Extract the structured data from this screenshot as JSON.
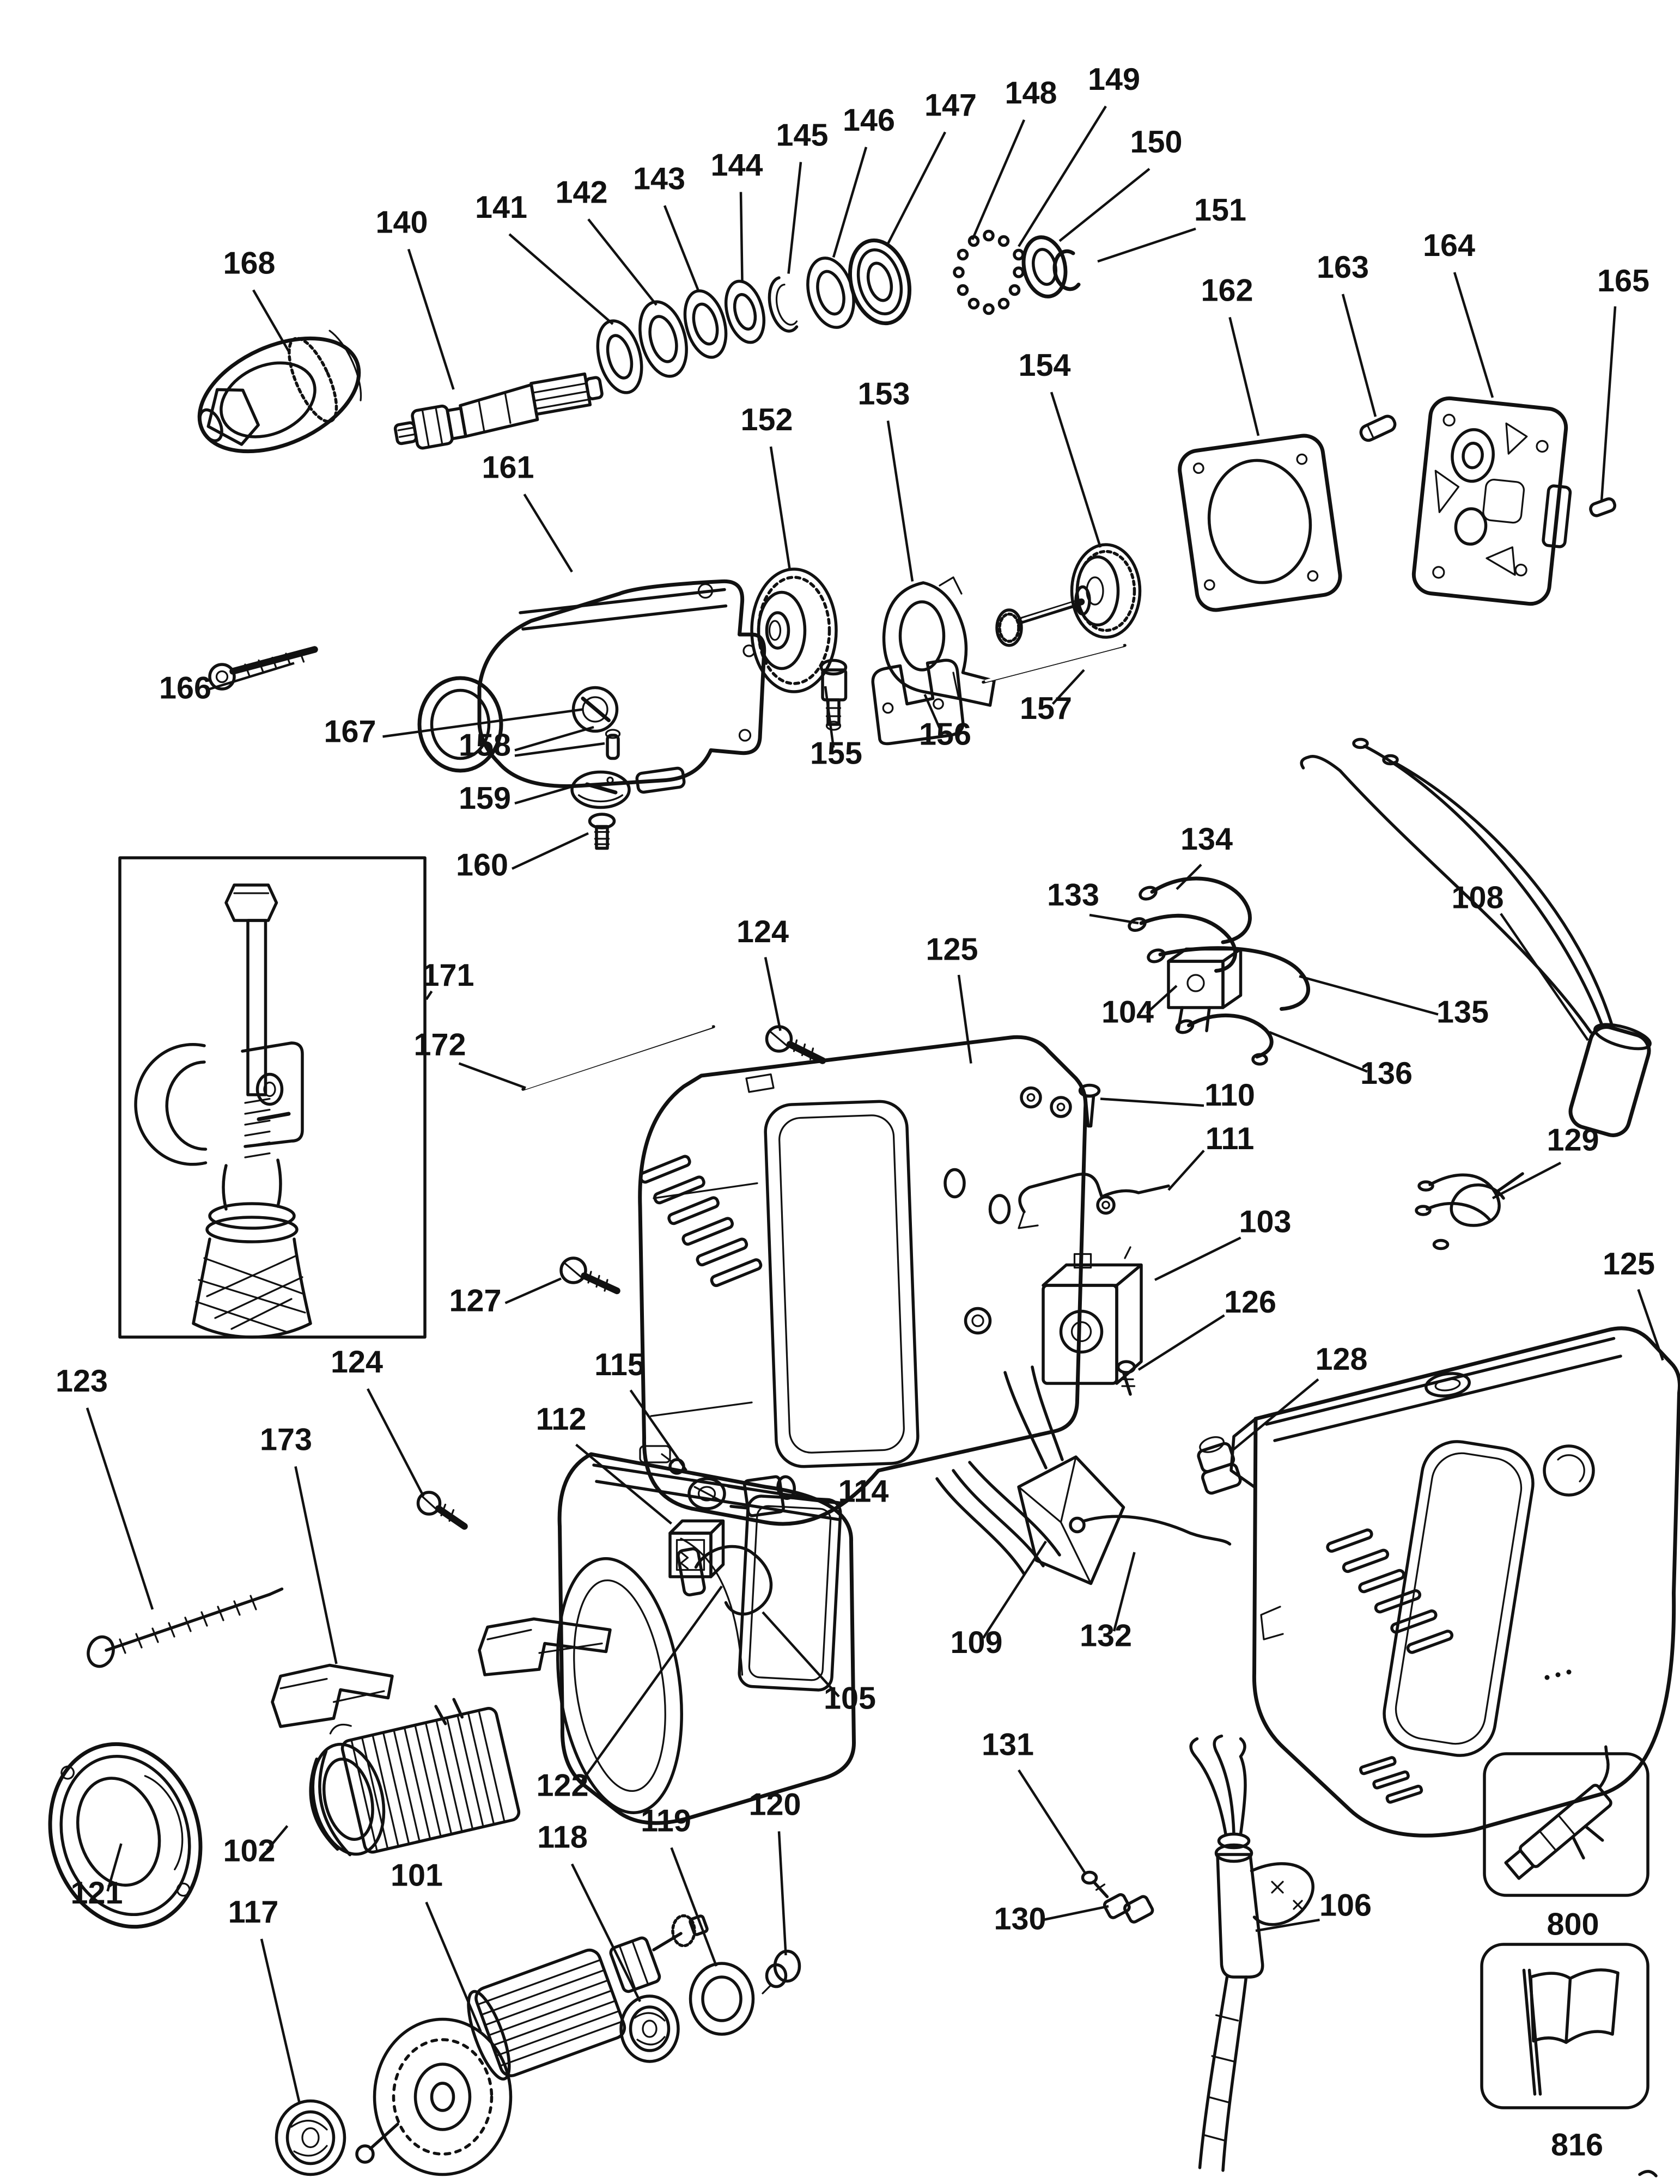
{
  "diagram": {
    "type": "exploded-parts-diagram",
    "background_color": "#ffffff",
    "ink_color": "#111111",
    "callouts": [
      {
        "label": "168"
      },
      {
        "label": "140"
      },
      {
        "label": "141"
      },
      {
        "label": "142"
      },
      {
        "label": "143"
      },
      {
        "label": "144"
      },
      {
        "label": "145"
      },
      {
        "label": "146"
      },
      {
        "label": "147"
      },
      {
        "label": "148"
      },
      {
        "label": "149"
      },
      {
        "label": "150"
      },
      {
        "label": "151"
      },
      {
        "label": "162"
      },
      {
        "label": "163"
      },
      {
        "label": "164"
      },
      {
        "label": "165"
      },
      {
        "label": "152"
      },
      {
        "label": "153"
      },
      {
        "label": "154"
      },
      {
        "label": "161"
      },
      {
        "label": "166"
      },
      {
        "label": "167"
      },
      {
        "label": "158"
      },
      {
        "label": "159"
      },
      {
        "label": "160"
      },
      {
        "label": "155"
      },
      {
        "label": "156"
      },
      {
        "label": "157"
      },
      {
        "label": "171"
      },
      {
        "label": "172"
      },
      {
        "label": "124"
      },
      {
        "label": "125"
      },
      {
        "label": "127"
      },
      {
        "label": "133"
      },
      {
        "label": "134"
      },
      {
        "label": "104"
      },
      {
        "label": "135"
      },
      {
        "label": "136"
      },
      {
        "label": "108"
      },
      {
        "label": "110"
      },
      {
        "label": "111"
      },
      {
        "label": "103"
      },
      {
        "label": "126"
      },
      {
        "label": "129"
      },
      {
        "label": "125"
      },
      {
        "label": "128"
      },
      {
        "label": "115"
      },
      {
        "label": "112"
      },
      {
        "label": "114"
      },
      {
        "label": "105"
      },
      {
        "label": "109"
      },
      {
        "label": "132"
      },
      {
        "label": "131"
      },
      {
        "label": "130"
      },
      {
        "label": "106"
      },
      {
        "label": "123"
      },
      {
        "label": "173"
      },
      {
        "label": "124"
      },
      {
        "label": "121"
      },
      {
        "label": "102"
      },
      {
        "label": "122"
      },
      {
        "label": "101"
      },
      {
        "label": "117"
      },
      {
        "label": "118"
      },
      {
        "label": "119"
      },
      {
        "label": "120"
      },
      {
        "label": "800"
      },
      {
        "label": "816"
      }
    ],
    "insets": [
      {
        "label": "800",
        "icon": "grease-applicator-icon"
      },
      {
        "label": "816",
        "icon": "flag-icon"
      }
    ]
  }
}
